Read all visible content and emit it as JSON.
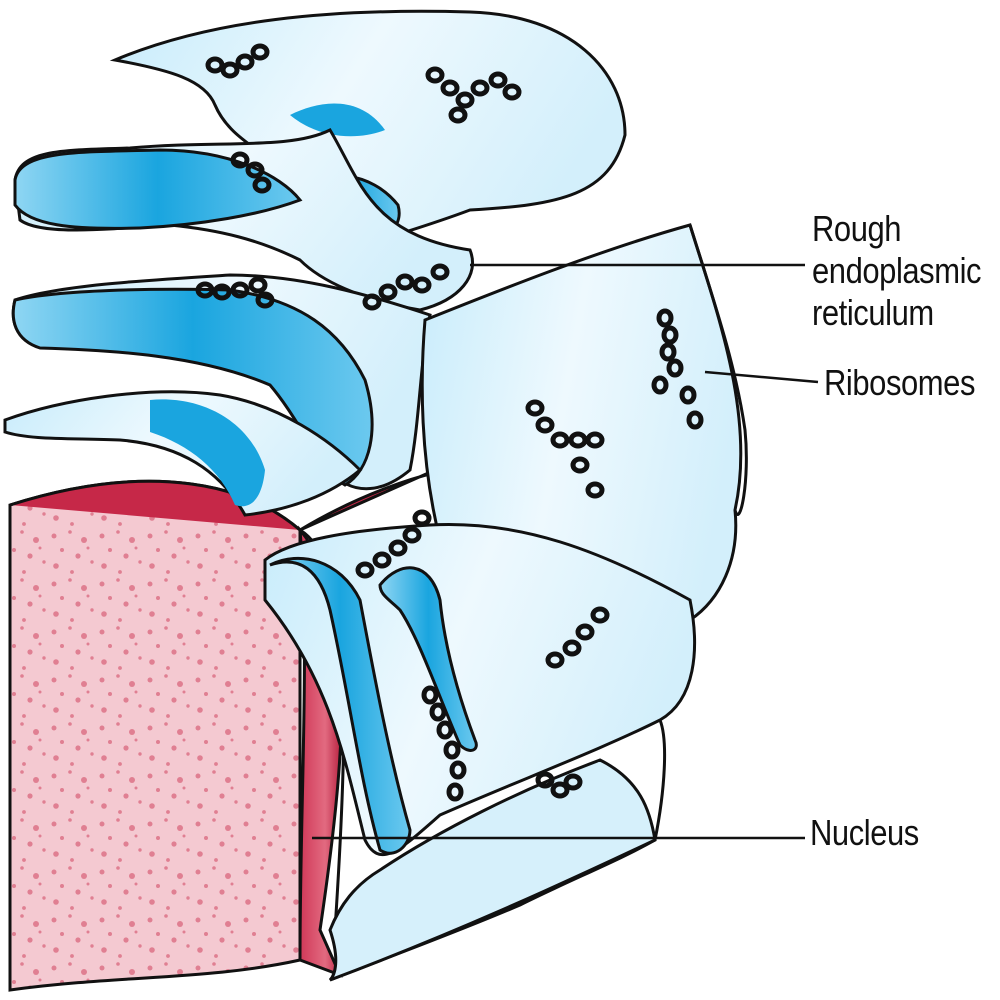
{
  "labels": {
    "rough_er": [
      "Rough",
      "endoplasmic",
      "reticulum"
    ],
    "ribosomes": "Ribosomes",
    "nucleus": "Nucleus"
  },
  "colors": {
    "er_light": "#e6f6fd",
    "er_mid": "#9fdcf5",
    "er_dark": "#1fa8e0",
    "nucleus_surface": "#f2b4bf",
    "nucleus_envelope": "#d8475f",
    "nucleus_dark": "#b8203f",
    "ribosome": "#111111",
    "line": "#111111"
  }
}
